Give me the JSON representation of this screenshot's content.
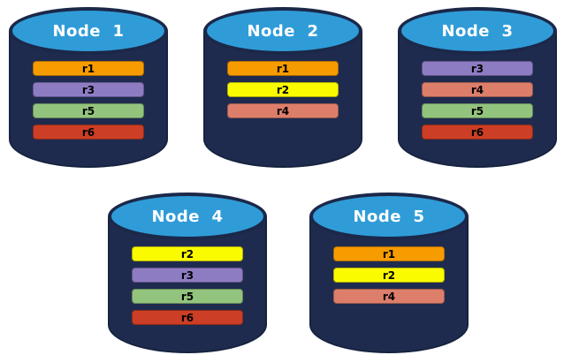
{
  "diagram": {
    "type": "database-replica-placement",
    "description_visible_text_only": true
  },
  "colors": {
    "cylinder_body": "#1F2B4E",
    "cylinder_top": "#2F9CD8",
    "cylinder_outline": "#16233F",
    "cylinder_top_outline": "#1B2849",
    "label_text": "#FFFFFF",
    "bar_text": "#000000",
    "replicas": {
      "r1": "#F79C00",
      "r2": "#FBFB00",
      "r3": "#8E7CC3",
      "r4": "#DD7E6B",
      "r5": "#93C47D",
      "r6": "#CC3E25"
    }
  },
  "nodes": [
    {
      "label": "Node  1",
      "replicas": [
        "r1",
        "r3",
        "r5",
        "r6"
      ]
    },
    {
      "label": "Node  2",
      "replicas": [
        "r1",
        "r2",
        "r4"
      ]
    },
    {
      "label": "Node  3",
      "replicas": [
        "r3",
        "r4",
        "r5",
        "r6"
      ]
    },
    {
      "label": "Node  4",
      "replicas": [
        "r2",
        "r3",
        "r5",
        "r6"
      ]
    },
    {
      "label": "Node  5",
      "replicas": [
        "r1",
        "r2",
        "r4"
      ]
    }
  ]
}
